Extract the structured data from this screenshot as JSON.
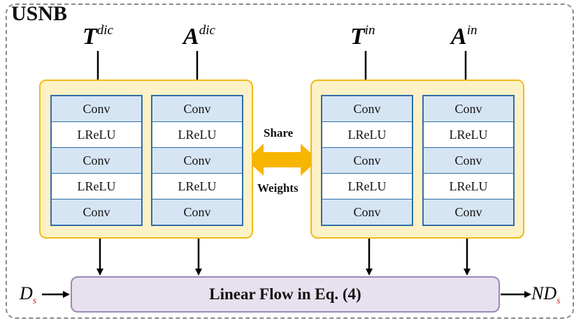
{
  "title": "USNB",
  "inputs": {
    "t_dic": {
      "base": "T",
      "sup": "dic"
    },
    "a_dic": {
      "base": "A",
      "sup": "dic"
    },
    "t_in": {
      "base": "T",
      "sup": "in"
    },
    "a_in": {
      "base": "A",
      "sup": "in"
    }
  },
  "layers": [
    "Conv",
    "LReLU",
    "Conv",
    "LReLU",
    "Conv"
  ],
  "share_label_top": "Share",
  "share_label_bottom": "Weights",
  "linear_flow_label": "Linear Flow in Eq. (4)",
  "input_d": {
    "base": "D",
    "sub": "s"
  },
  "output_nd": {
    "base": "ND",
    "sub": "s"
  },
  "colors": {
    "panel_fill": "#fdf2c6",
    "panel_border": "#f3b919",
    "layer_fill": "#d6e5f4",
    "layer_border": "#2f6ea8",
    "flow_fill": "#e7e1ef",
    "flow_border": "#9b89b6",
    "share_arrow": "#f7b500",
    "subscript": "#d0231d"
  }
}
